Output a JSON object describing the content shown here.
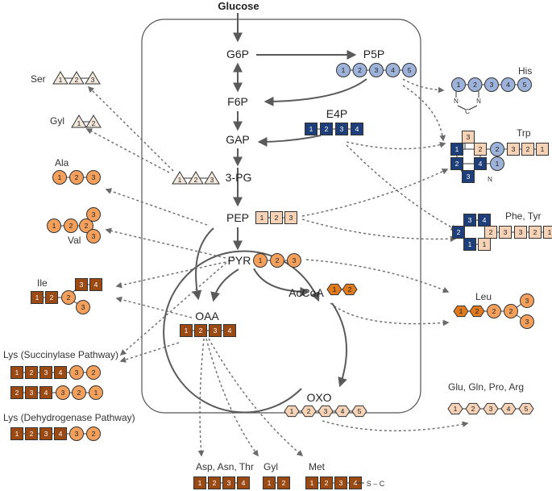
{
  "title": "Glucose",
  "metabolites": {
    "g6p": "G6P",
    "f6p": "F6P",
    "gap": "GAP",
    "pg3": "3-PG",
    "pep": "PEP",
    "pyr": "PYR",
    "oaa": "OAA",
    "p5p": "P5P",
    "e4p": "E4P",
    "accoa": "AcCoA",
    "oxo": "OXO"
  },
  "amino_acids": {
    "ser": "Ser",
    "gyl_top": "Gyl",
    "ala": "Ala",
    "val": "Val",
    "ile": "Ile",
    "lys_succ": "Lys (Succinylase Pathway)",
    "lys_dehyd": "Lys (Dehydrogenase Pathway)",
    "his": "His",
    "trp": "Trp",
    "phe_tyr": "Phe, Tyr",
    "leu": "Leu",
    "glu_group": "Glu, Gln, Pro, Arg",
    "asp_group": "Asp, Asn, Thr",
    "gyl_bottom": "Gyl",
    "met": "Met"
  },
  "atom_labels": {
    "n": "N",
    "c": "C",
    "s": "S",
    "sc": "S – C"
  },
  "colors": {
    "blue_light": "#9db3d9",
    "blue_dark": "#1f3f7a",
    "orange": "#f3a05c",
    "orange_dark": "#e07a1e",
    "brown": "#9c4a14",
    "peach": "#f6d3b6",
    "cream": "#f3e8dc"
  }
}
